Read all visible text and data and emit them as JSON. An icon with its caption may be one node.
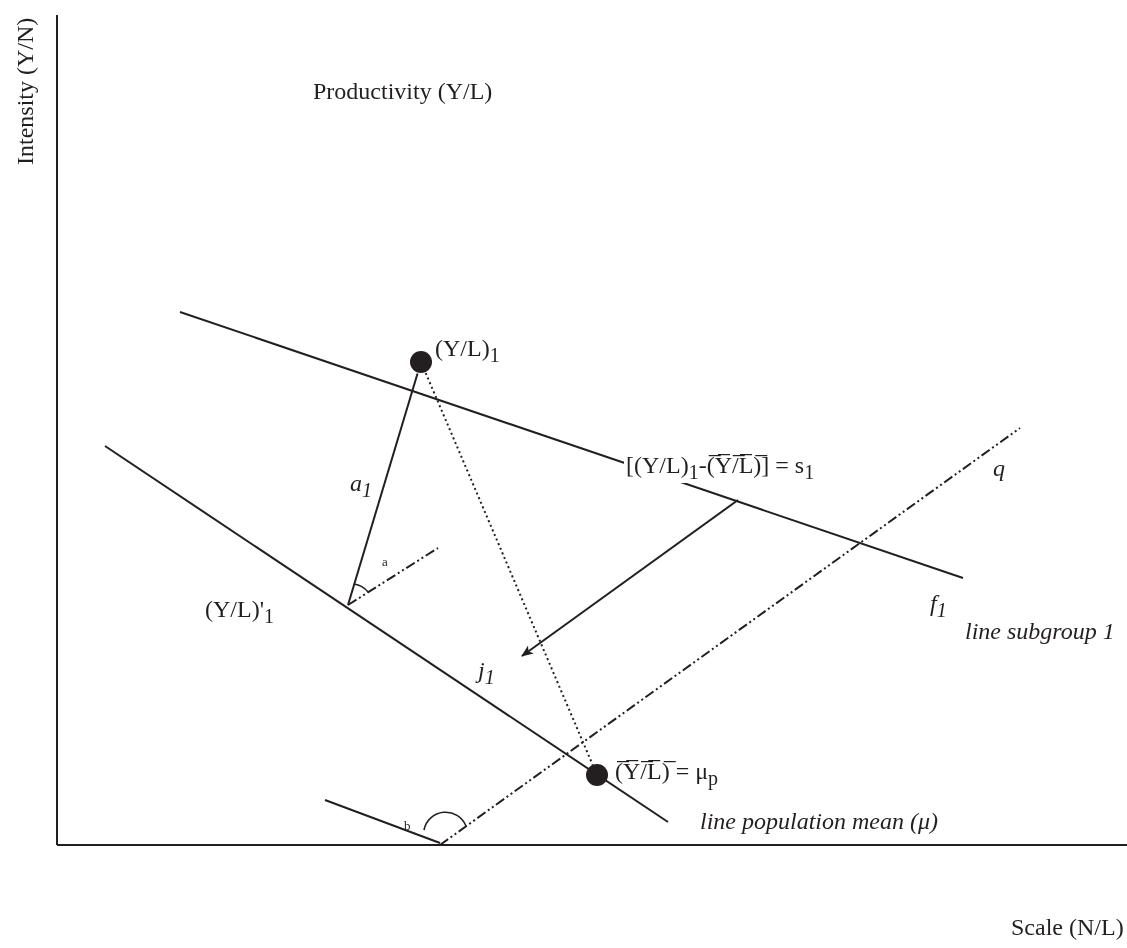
{
  "diagram": {
    "nodes": [
      {
        "text": [
          "(Y/L)$_{1}$"
        ]
      },
      {
        "text": [
          "(̅Y̅/̅L̅)̅ = μ$_{p}$"
        ]
      },
      {
        "text": [
          "(Y/L)'$_{1}$"
        ]
      },
      {
        "text": [
          "[(Y/L)$_{1}$-(̅Y̅/̅L̅)̅] = s$_{1}$"
        ]
      }
    ],
    "edges": [
      {
        "from": 0,
        "to": 2,
        "arrow": "none",
        "label": "a$_{1}$"
      },
      {
        "from": 0,
        "to": 1,
        "arrow": "none",
        "style": "dashed"
      },
      {
        "from": 3,
        "to": null,
        "arrow": "to"
      }
    ],
    "labels": [
      "Intensity (Y/N)",
      "Productivity (Y/L)",
      "q",
      "a",
      "f$_{1}$",
      "line subgroup 1",
      "j$_{1}$",
      "line population mean (μ)",
      "b",
      "Scale (N/L)"
    ]
  }
}
